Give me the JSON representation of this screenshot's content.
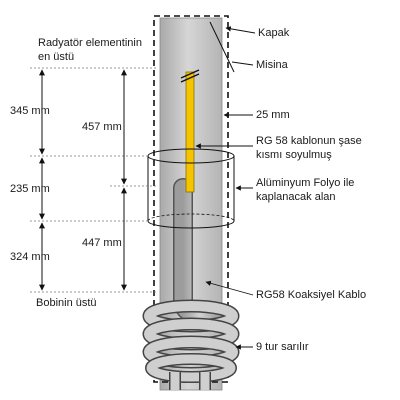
{
  "labels": {
    "radiator_top_line1": "Radyatör elementinin",
    "radiator_top_line2": "en üstü",
    "cap": "Kapak",
    "pin": "Misina",
    "diameter": "25 mm",
    "shield_stripped_line1": "RG 58 kablonun şase",
    "shield_stripped_line2": "kısmı soyulmuş",
    "foil_area_line1": "Alüminyum Folyo ile",
    "foil_area_line2": "kaplanacak alan",
    "coax_cable": "RG58 Koaksiyel Kablo",
    "coil_top": "Bobinin üstü",
    "turns": "9 tur sarılır"
  },
  "dimensions": {
    "left_upper": "345 mm",
    "left_middle": "235 mm",
    "left_lower": "324 mm",
    "inner_upper": "457 mm",
    "inner_lower": "447 mm"
  },
  "colors": {
    "tube_fill": "#c8c8c8",
    "conductor": "#f5c400",
    "cable_fill": "#bdbdbd",
    "outline": "#1a1a1a"
  }
}
